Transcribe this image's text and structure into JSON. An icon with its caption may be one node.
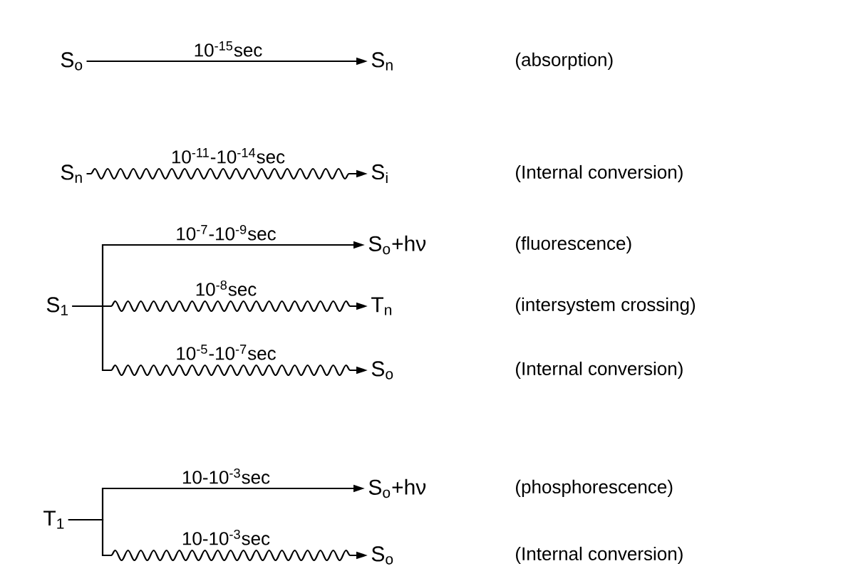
{
  "diagram": {
    "nodes": [
      {
        "text": [
          "S$_{o}$"
        ]
      },
      {
        "text": [
          "S$_{n}$"
        ]
      },
      {
        "text": [
          "S$_{n}$"
        ]
      },
      {
        "text": [
          "S$_{i}$"
        ]
      },
      {
        "text": [
          "S$_{o}$+hν"
        ]
      },
      {
        "text": [
          "S$_{1}$"
        ]
      },
      {
        "text": [
          "T$_{n}$"
        ]
      },
      {
        "text": [
          "S$_{o}$"
        ]
      },
      {
        "text": [
          "T$_{1}$"
        ]
      },
      {
        "text": [
          "S$_{o}$+hν"
        ]
      },
      {
        "text": [
          "S$_{o}$"
        ]
      }
    ],
    "edges": [
      {
        "from": 0,
        "to": 1,
        "arrow": "to",
        "label": "10$^{-15}$sec"
      },
      {
        "from": 2,
        "to": 3,
        "arrow": "to",
        "label": "10$^{-11}$-10$^{-14}$sec"
      },
      {
        "from": 5,
        "to": 4,
        "arrow": "to",
        "label": "10$^{-7}$-10$^{-9}$sec"
      },
      {
        "from": 5,
        "to": 6,
        "arrow": "to",
        "label": "10$^{-8}$sec"
      },
      {
        "from": 5,
        "to": 7,
        "arrow": "to",
        "label": "10$^{-5}$-10$^{-7}$sec"
      },
      {
        "from": 8,
        "to": 9,
        "arrow": "to",
        "label": "10-10$^{-3}$sec"
      },
      {
        "from": 8,
        "to": 10,
        "arrow": "to",
        "label": "10-10$^{-3}$sec"
      }
    ],
    "labels": [
      "(absorption)",
      "(Internal conversion)",
      "(fluorescence)",
      "(intersystem crossing)",
      "(Internal conversion)",
      "(phosphorescence)",
      "(Internal conversion)"
    ]
  }
}
